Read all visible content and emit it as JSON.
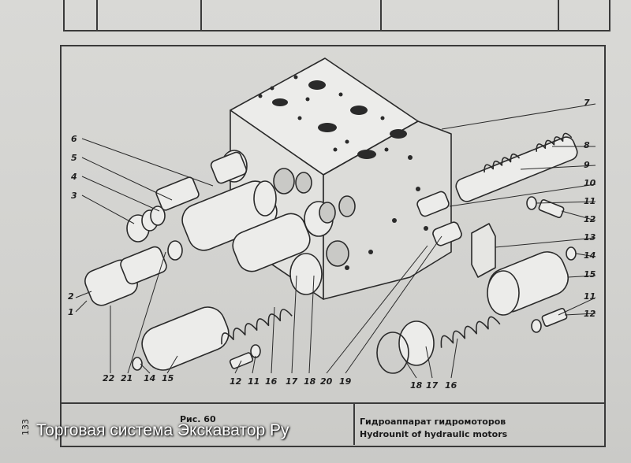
{
  "page": {
    "number": "133"
  },
  "caption": {
    "figure_number": "Рис. 60",
    "title_ru": "Гидроаппарат гидромоторов",
    "title_en": "Hydrounit of hydraulic motors"
  },
  "watermark": {
    "text": "Торговая система Экскаватор Ру"
  },
  "callouts": [
    {
      "label": "7"
    },
    {
      "label": "8"
    },
    {
      "label": "9"
    },
    {
      "label": "10"
    },
    {
      "label": "11"
    },
    {
      "label": "12"
    },
    {
      "label": "13"
    },
    {
      "label": "14"
    },
    {
      "label": "15"
    },
    {
      "label": "11"
    },
    {
      "label": "12"
    },
    {
      "label": "6"
    },
    {
      "label": "5"
    },
    {
      "label": "4"
    },
    {
      "label": "3"
    },
    {
      "label": "2"
    },
    {
      "label": "1"
    },
    {
      "label": "22"
    },
    {
      "label": "21"
    },
    {
      "label": "14"
    },
    {
      "label": "15"
    },
    {
      "label": "12"
    },
    {
      "label": "11"
    },
    {
      "label": "16"
    },
    {
      "label": "17"
    },
    {
      "label": "18"
    },
    {
      "label": "20"
    },
    {
      "label": "19"
    },
    {
      "label": "18"
    },
    {
      "label": "17"
    },
    {
      "label": "16"
    }
  ],
  "colors": {
    "ink": "#2a2a2a",
    "paper": "#d6d6d3",
    "part_fill": "#ececea"
  }
}
